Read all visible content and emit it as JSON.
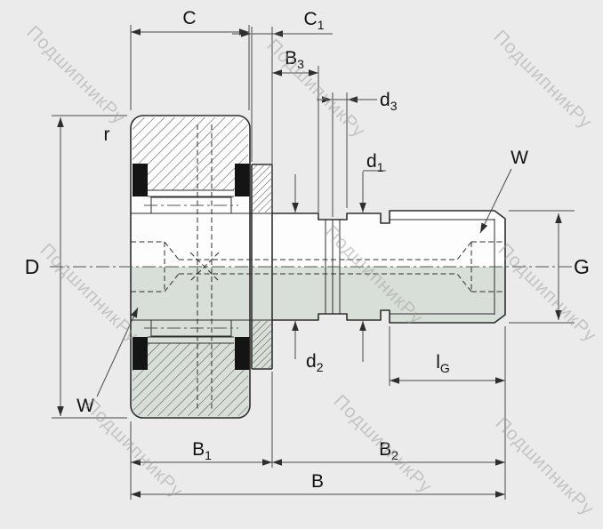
{
  "watermark": {
    "text": "ПодшипникРу"
  },
  "colors": {
    "background": "#ebebeb",
    "line": "#2e2e2e",
    "thin_line": "#4a4a4a",
    "lower_shading": "#d8ded8",
    "hatch": "#4a4a4a",
    "black_fill": "#141414",
    "text": "#111111",
    "watermark": "#9f9f9f"
  },
  "labels": {
    "C": {
      "base": "C",
      "sub": ""
    },
    "C1": {
      "base": "C",
      "sub": "1"
    },
    "B3": {
      "base": "B",
      "sub": "3"
    },
    "d3": {
      "base": "d",
      "sub": "3"
    },
    "d1": {
      "base": "d",
      "sub": "1"
    },
    "r": {
      "base": "r",
      "sub": ""
    },
    "W_top": {
      "base": "W",
      "sub": ""
    },
    "D": {
      "base": "D",
      "sub": ""
    },
    "G": {
      "base": "G",
      "sub": ""
    },
    "d2": {
      "base": "d",
      "sub": "2"
    },
    "lG": {
      "base": "l",
      "sub": "G"
    },
    "W_bottom": {
      "base": "W",
      "sub": ""
    },
    "B1": {
      "base": "B",
      "sub": "1"
    },
    "B2": {
      "base": "B",
      "sub": "2"
    },
    "B": {
      "base": "B",
      "sub": ""
    }
  }
}
